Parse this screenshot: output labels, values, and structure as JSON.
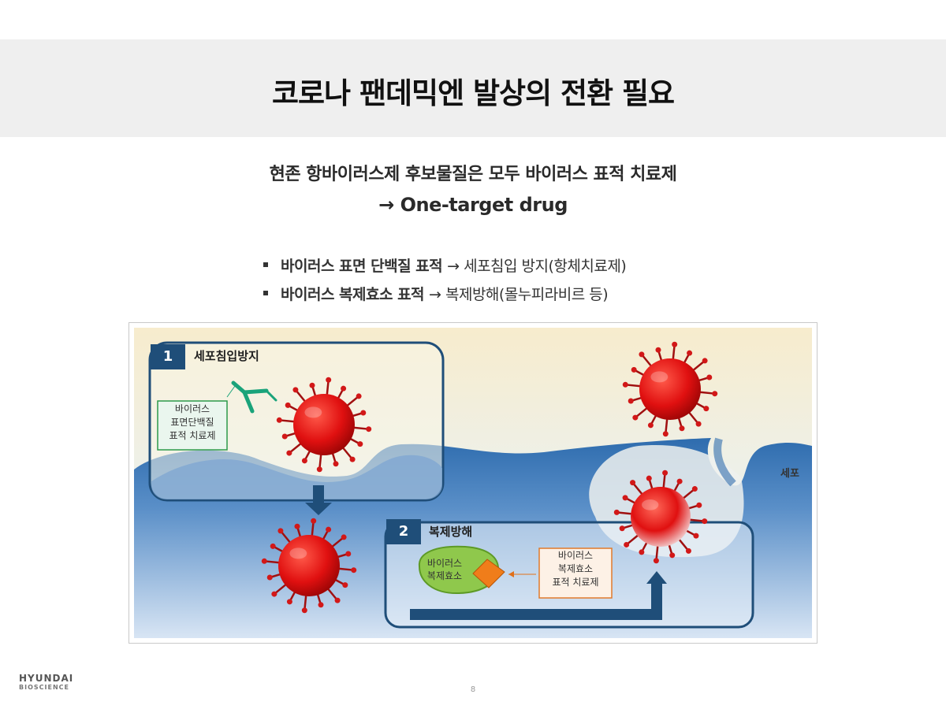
{
  "header": {
    "title": "코로나 팬데믹엔 발상의 전환 필요"
  },
  "intro": {
    "line1": "현존 항바이러스제 후보물질은 모두 바이러스 표적 치료제",
    "line2": "→ One-target drug"
  },
  "bullets": [
    {
      "bold": "바이러스 표면 단백질 표적",
      "rest": "→ 세포침입 방지(항체치료제)"
    },
    {
      "bold": "바이러스 복제효소 표적",
      "rest": "→ 복제방해(몰누피라비르 등)"
    }
  ],
  "figure": {
    "step1": {
      "number": "1",
      "title": "세포침입방지",
      "label_lines": [
        "바이러스",
        "표면단백질",
        "표적 치료제"
      ]
    },
    "step2": {
      "number": "2",
      "title": "복제방해",
      "enzyme_lines": [
        "바이러스",
        "복제효소"
      ],
      "label_lines": [
        "바이러스",
        "복제효소",
        "표적 치료제"
      ]
    },
    "cell_label": "세포",
    "colors": {
      "virus": "#e01010",
      "cell": "#2f6fb0",
      "frame": "#1f4e79",
      "antibody": "#1aa37a",
      "enzyme": "#7cc242",
      "drug": "#f07d1a"
    }
  },
  "footer": {
    "logo_line1": "HYUNDAI",
    "logo_line2": "BIOSCIENCE",
    "page": "8"
  }
}
